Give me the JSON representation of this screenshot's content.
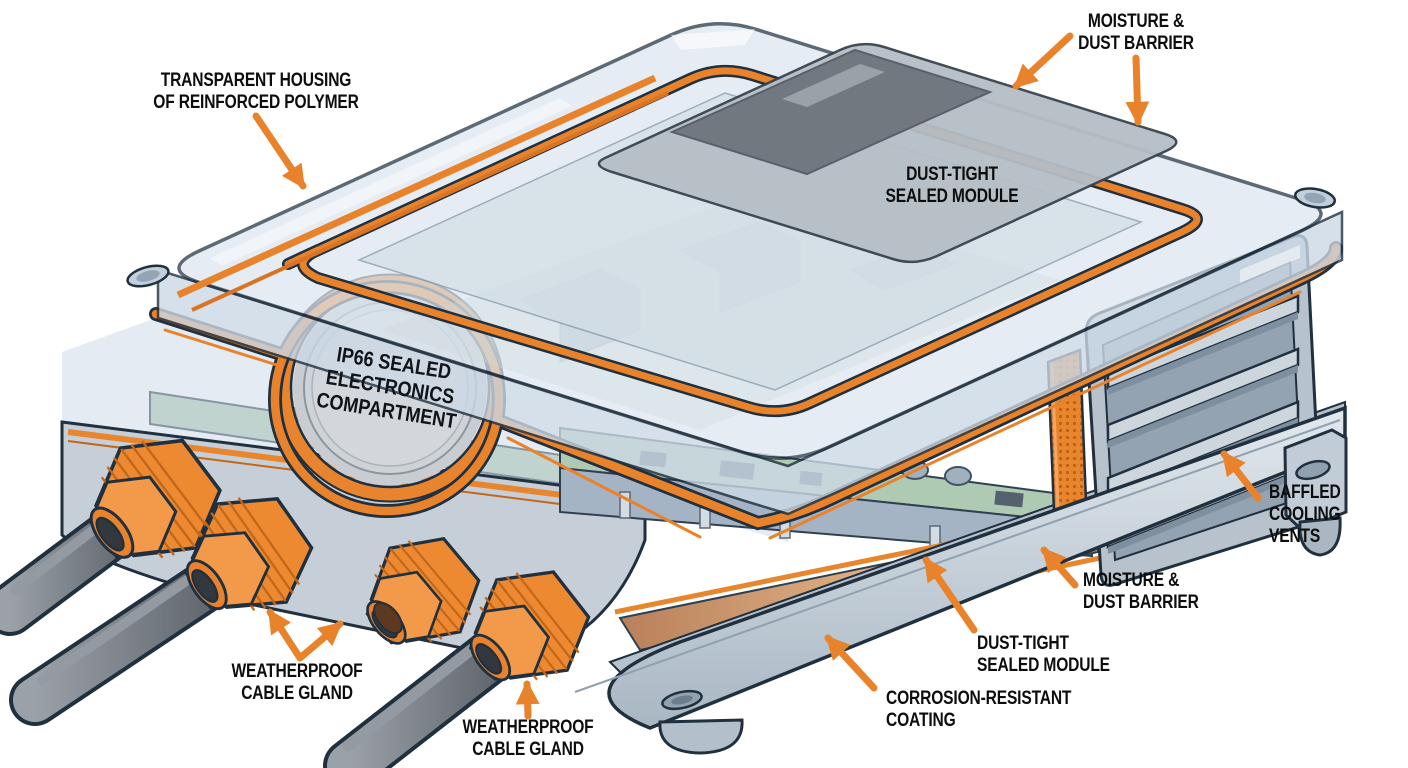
{
  "diagram": {
    "title": "IP66 sealed electronics enclosure cutaway diagram",
    "type": "technical-cutaway-illustration",
    "colors": {
      "accent_orange": "#E8832C",
      "outline_navy": "#20303F",
      "housing_transparent_blue": "#DCE6EF",
      "pcb_green": "#AFCAB2",
      "metal_gray": "#C6CFD8",
      "coating_copper": "#C98F60",
      "label_text": "#0D0D0D",
      "background": "#FFFFFF"
    },
    "badge": {
      "text": "IP66 SEALED\nELECTRONICS\nCOMPARTMENT"
    },
    "labels": {
      "transparent_housing": {
        "text": "TRANSPARENT HOUSING\nOF REINFORCED POLYMER"
      },
      "moisture_dust_top": {
        "text": "MOISTURE &\nDUST BARRIER"
      },
      "dust_tight_top": {
        "text": "DUST-TIGHT\nSEALED MODULE"
      },
      "baffled_vents": {
        "text": "BAFFLED\nCOOLING\nVENTS"
      },
      "moisture_dust_side": {
        "text": "MOISTURE &\nDUST BARRIER"
      },
      "dust_tight_bottom": {
        "text": "DUST-TIGHT\nSEALED MODULE"
      },
      "corrosion_coating": {
        "text": "CORROSION-RESISTANT\nCOATING"
      },
      "cable_gland_left": {
        "text": "WEATHERPROOF\nCABLE GLAND"
      },
      "cable_gland_right": {
        "text": "WEATHERPROOF\nCABLE GLAND"
      }
    }
  }
}
